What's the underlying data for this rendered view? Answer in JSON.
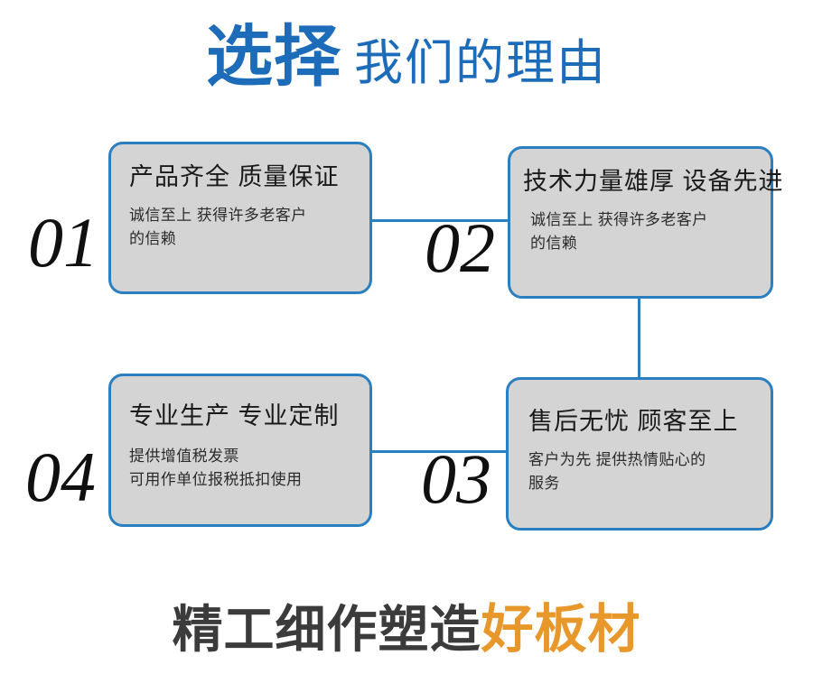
{
  "header": {
    "strong_text": "选择",
    "light_text": "我们的理由",
    "color": "#1d6cba"
  },
  "cards": [
    {
      "number": "01",
      "title": "产品齐全 质量保证",
      "body_lines": [
        "诚信至上 获得许多老客户",
        "的信赖"
      ]
    },
    {
      "number": "02",
      "title": "技术力量雄厚 设备先进",
      "body_lines": [
        "诚信至上 获得许多老客户",
        "的信赖"
      ]
    },
    {
      "number": "03",
      "title": "售后无忧 顾客至上",
      "body_lines": [
        "客户为先 提供热情贴心的",
        "服务"
      ]
    },
    {
      "number": "04",
      "title": "专业生产 专业定制",
      "body_lines": [
        "提供增值税发票",
        "可用作单位报税抵扣使用"
      ]
    }
  ],
  "footer": {
    "dark_text": "精工细作塑造",
    "accent_text": "好板材",
    "dark_color": "#3b3b3b",
    "accent_color": "#e8982b"
  },
  "theme": {
    "card_border_color": "#2a7fc1",
    "card_fill_color": "#d4d4d4",
    "connector_color": "#2a7fc1",
    "background": "#ffffff"
  }
}
